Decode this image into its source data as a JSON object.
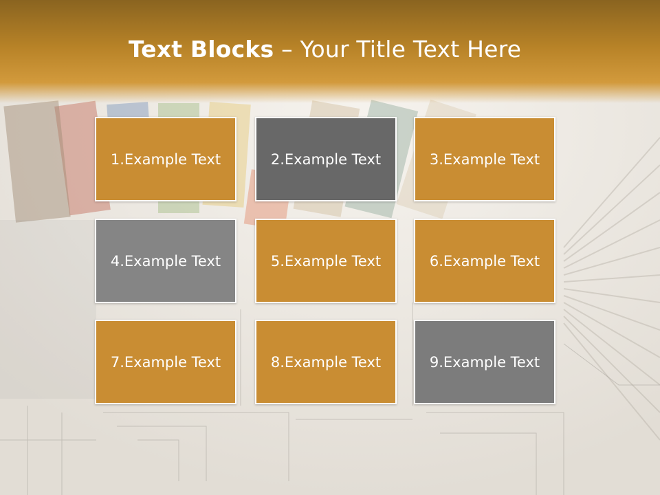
{
  "slide": {
    "title_bold": "Text Blocks",
    "title_dash": " – ",
    "title_rest": "Your Title Text Here"
  },
  "blocks": [
    {
      "label": "1.Example Text",
      "color": "#c98d33"
    },
    {
      "label": "2.Example Text",
      "color": "#686868"
    },
    {
      "label": "3.Example Text",
      "color": "#c98d33"
    },
    {
      "label": "4.Example Text",
      "color": "#858585"
    },
    {
      "label": "5.Example Text",
      "color": "#c98d33"
    },
    {
      "label": "6.Example Text",
      "color": "#c98d33"
    },
    {
      "label": "7.Example Text",
      "color": "#c98d33"
    },
    {
      "label": "8.Example Text",
      "color": "#c98d33"
    },
    {
      "label": "9.Example Text",
      "color": "#7c7c7c"
    }
  ],
  "colors": {
    "accent": "#c98d33",
    "header": "#b78227",
    "text": "#ffffff"
  }
}
